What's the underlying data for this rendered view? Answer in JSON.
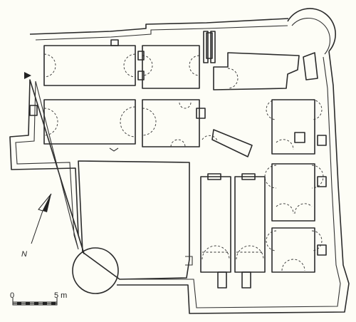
{
  "scale_bar": {
    "start_label": "0",
    "end_label": "5 m"
  },
  "north_arrow": {
    "label": "N"
  },
  "accent": {
    "paper": "#fdfdf6",
    "ink": "#2b2b2b"
  }
}
